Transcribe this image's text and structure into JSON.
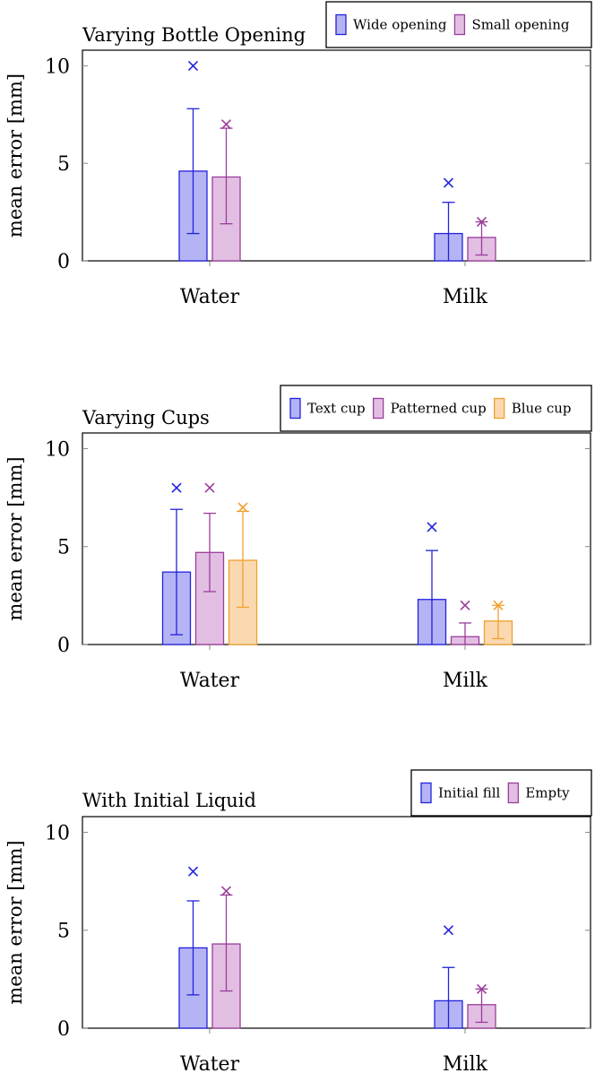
{
  "colors": {
    "blue_stroke": "#2222dd",
    "blue_fill": "#b4b4f5",
    "purple_stroke": "#9a3d9a",
    "purple_fill": "#e2bfe2",
    "orange_stroke": "#f0a030",
    "orange_fill": "#fbd9b0"
  },
  "chart_data": [
    {
      "type": "bar",
      "title": "Varying Bottle Opening",
      "ylabel": "mean error [mm]",
      "ylim": [
        0,
        10.8
      ],
      "yticks": [
        0,
        5,
        10
      ],
      "categories": [
        "Water",
        "Milk"
      ],
      "legend_position": "top-right",
      "series": [
        {
          "name": "Wide opening",
          "color": "blue",
          "values": [
            4.6,
            1.4
          ],
          "error_low": [
            1.4,
            0
          ],
          "error_high": [
            7.8,
            3.0
          ],
          "max": [
            10,
            4
          ]
        },
        {
          "name": "Small opening",
          "color": "purple",
          "values": [
            4.3,
            1.2
          ],
          "error_low": [
            1.9,
            0.3
          ],
          "error_high": [
            6.8,
            2.0
          ],
          "max": [
            7,
            2
          ]
        }
      ]
    },
    {
      "type": "bar",
      "title": "Varying Cups",
      "ylabel": "mean error [mm]",
      "ylim": [
        0,
        10.8
      ],
      "yticks": [
        0,
        5,
        10
      ],
      "categories": [
        "Water",
        "Milk"
      ],
      "legend_position": "top-right",
      "series": [
        {
          "name": "Text cup",
          "color": "blue",
          "values": [
            3.7,
            2.3
          ],
          "error_low": [
            0.5,
            0
          ],
          "error_high": [
            6.9,
            4.8
          ],
          "max": [
            8,
            6
          ]
        },
        {
          "name": "Patterned cup",
          "color": "purple",
          "values": [
            4.7,
            0.4
          ],
          "error_low": [
            2.7,
            0
          ],
          "error_high": [
            6.7,
            1.1
          ],
          "max": [
            8,
            2
          ]
        },
        {
          "name": "Blue cup",
          "color": "orange",
          "values": [
            4.3,
            1.2
          ],
          "error_low": [
            1.9,
            0.3
          ],
          "error_high": [
            6.8,
            2.0
          ],
          "max": [
            7,
            2
          ]
        }
      ]
    },
    {
      "type": "bar",
      "title": "With Initial Liquid",
      "ylabel": "mean error [mm]",
      "ylim": [
        0,
        10.8
      ],
      "yticks": [
        0,
        5,
        10
      ],
      "categories": [
        "Water",
        "Milk"
      ],
      "legend_position": "top-right",
      "series": [
        {
          "name": "Initial fill",
          "color": "blue",
          "values": [
            4.1,
            1.4
          ],
          "error_low": [
            1.7,
            0
          ],
          "error_high": [
            6.5,
            3.1
          ],
          "max": [
            8,
            5
          ]
        },
        {
          "name": "Empty",
          "color": "purple",
          "values": [
            4.3,
            1.2
          ],
          "error_low": [
            1.9,
            0.3
          ],
          "error_high": [
            6.8,
            2.0
          ],
          "max": [
            7,
            2
          ]
        }
      ]
    }
  ]
}
